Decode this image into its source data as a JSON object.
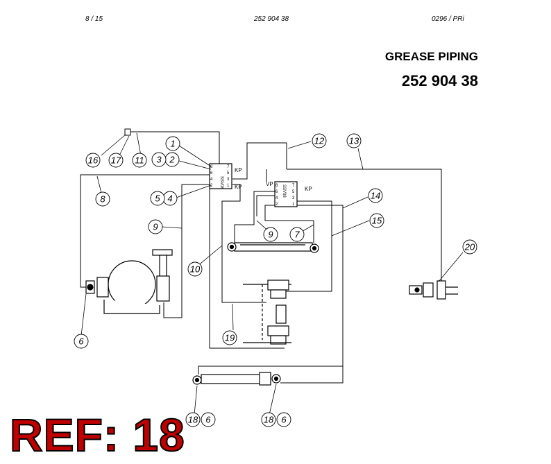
{
  "header": {
    "page": "8 / 15",
    "doc_number": "252 904 38",
    "revision": "0296 / PRi"
  },
  "title": "GREASE PIPING",
  "part_number": "252 904 38",
  "ref_label": "REF: 18",
  "distributors": {
    "left": {
      "name": "SSV08",
      "ports_left": [
        "8",
        "6",
        "4",
        "2"
      ],
      "ports_right": [
        "7",
        "5",
        "3",
        "1"
      ],
      "tags": [
        "KP",
        "KP"
      ]
    },
    "right": {
      "name": "SSV08",
      "ports_left": [
        "8",
        "6",
        "4",
        "2"
      ],
      "ports_right": [
        "7",
        "5",
        "3",
        "1"
      ],
      "tags": [
        "VP",
        "KP"
      ]
    }
  },
  "callouts": [
    "1",
    "2",
    "3",
    "4",
    "5",
    "6",
    "6",
    "6",
    "7",
    "8",
    "9",
    "9",
    "10",
    "11",
    "12",
    "13",
    "14",
    "15",
    "16",
    "17",
    "18",
    "18",
    "19",
    "20"
  ]
}
